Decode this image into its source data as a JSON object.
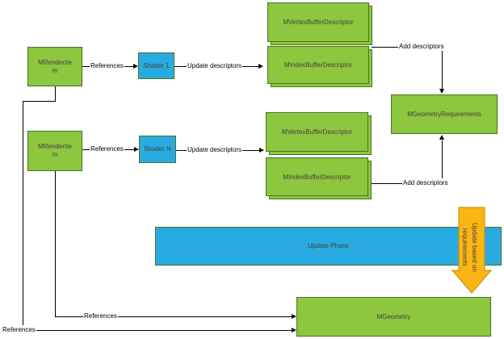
{
  "colors": {
    "node_green": "#8dc63f",
    "node_blue": "#29abe2",
    "arrow_yellow": "#fbb515",
    "arrow_yellow_border": "#c28a00",
    "box_border_green": "#47741f",
    "connector_black": "#000000"
  },
  "nodes": {
    "render_item_1": "MRenderItem",
    "render_item_2": "MRenderItem",
    "shader_1": "Shader 1",
    "shader_n": "Shader N",
    "stacks": [
      {
        "vertex": "MVertexBufferDescriptor",
        "index": "MIndexBufferDescriptor"
      },
      {
        "vertex": "MVertexBufferDescriptor",
        "index": "MIndexBufferDescriptor"
      }
    ],
    "geometry_requirements": "MGeometryRequirements",
    "update_phase": "Update Phase",
    "geometry": "MGeometry",
    "update_arrow": "Update based on requirements"
  },
  "edge_labels": {
    "references": "References",
    "update_descriptors": "Update descriptors",
    "add_descriptors": "Add descriptors"
  }
}
